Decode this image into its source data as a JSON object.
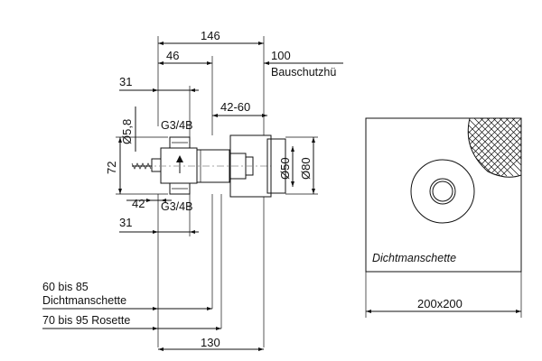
{
  "dimensions": {
    "overall_width": "146",
    "body_width": "46",
    "protection_depth": "100",
    "protection_label": "Bauschutzhü",
    "top_offset": "31",
    "hole_dia": "Ø5,8",
    "thread_top": "G3/4B",
    "depth_range": "42-60",
    "height": "72",
    "dia_inner": "Ø50",
    "dia_outer": "Ø80",
    "offset_42": "42",
    "thread_bottom": "G3/4B",
    "bottom_offset": "31",
    "seal_range_value": "60 bis 85",
    "seal_range_label": "Dichtmanschette",
    "rosette_range": "70 bis 95 Rosette",
    "bottom_length": "130"
  },
  "detail": {
    "label": "Dichtmanschette",
    "size": "200x200"
  }
}
